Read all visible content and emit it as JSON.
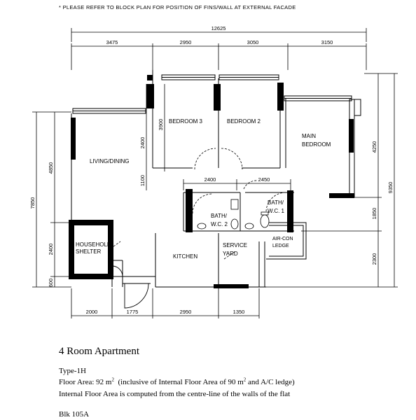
{
  "header_note": "* PLEASE REFER TO BLOCK PLAN FOR POSITION OF FINS/WALL AT EXTERNAL FACADE",
  "dimensions": {
    "total_width": "12625",
    "top_segments": [
      "3475",
      "2950",
      "3050",
      "3150"
    ],
    "bottom_segments": [
      "2000",
      "1775",
      "2950",
      "1350"
    ],
    "left_outer": "7850",
    "left_segments": [
      "4850",
      "2400",
      "600"
    ],
    "right_outer": "9350",
    "right_segments": [
      "4250",
      "1850",
      "2300"
    ],
    "inner_2400_top": "2400",
    "inner_2450_top": "2450",
    "inner_3900": "3900",
    "inner_2400_side": "2400",
    "inner_1100": "1100"
  },
  "rooms": {
    "living": "LIVING/DINING",
    "bedroom3": "BEDROOM 3",
    "bedroom2": "BEDROOM 2",
    "master_line1": "MAIN",
    "master_line2": "BEDROOM",
    "bath2_line1": "BATH/",
    "bath2_line2": "W.C. 2",
    "bath1_line1": "BATH/",
    "bath1_line2": "W.C. 1",
    "shelter_line1": "HOUSEHOLD",
    "shelter_line2": "SHELTER",
    "kitchen": "KITCHEN",
    "service_line1": "SERVICE",
    "service_line2": "YARD",
    "aircon_line1": "AIR-CON",
    "aircon_line2": "LEDGE"
  },
  "caption": {
    "title": "4 Room Apartment",
    "type": "Type-1H",
    "area_a": "Floor Area: 92 m",
    "area_sup1": "2",
    "area_b": "  (inclusive of Internal Floor Area of 90 m",
    "area_sup2": "2",
    "area_c": " and A/C ledge)",
    "note": "Internal Floor Area is computed from the centre-line of the walls of the flat",
    "block": "Blk 105A"
  }
}
